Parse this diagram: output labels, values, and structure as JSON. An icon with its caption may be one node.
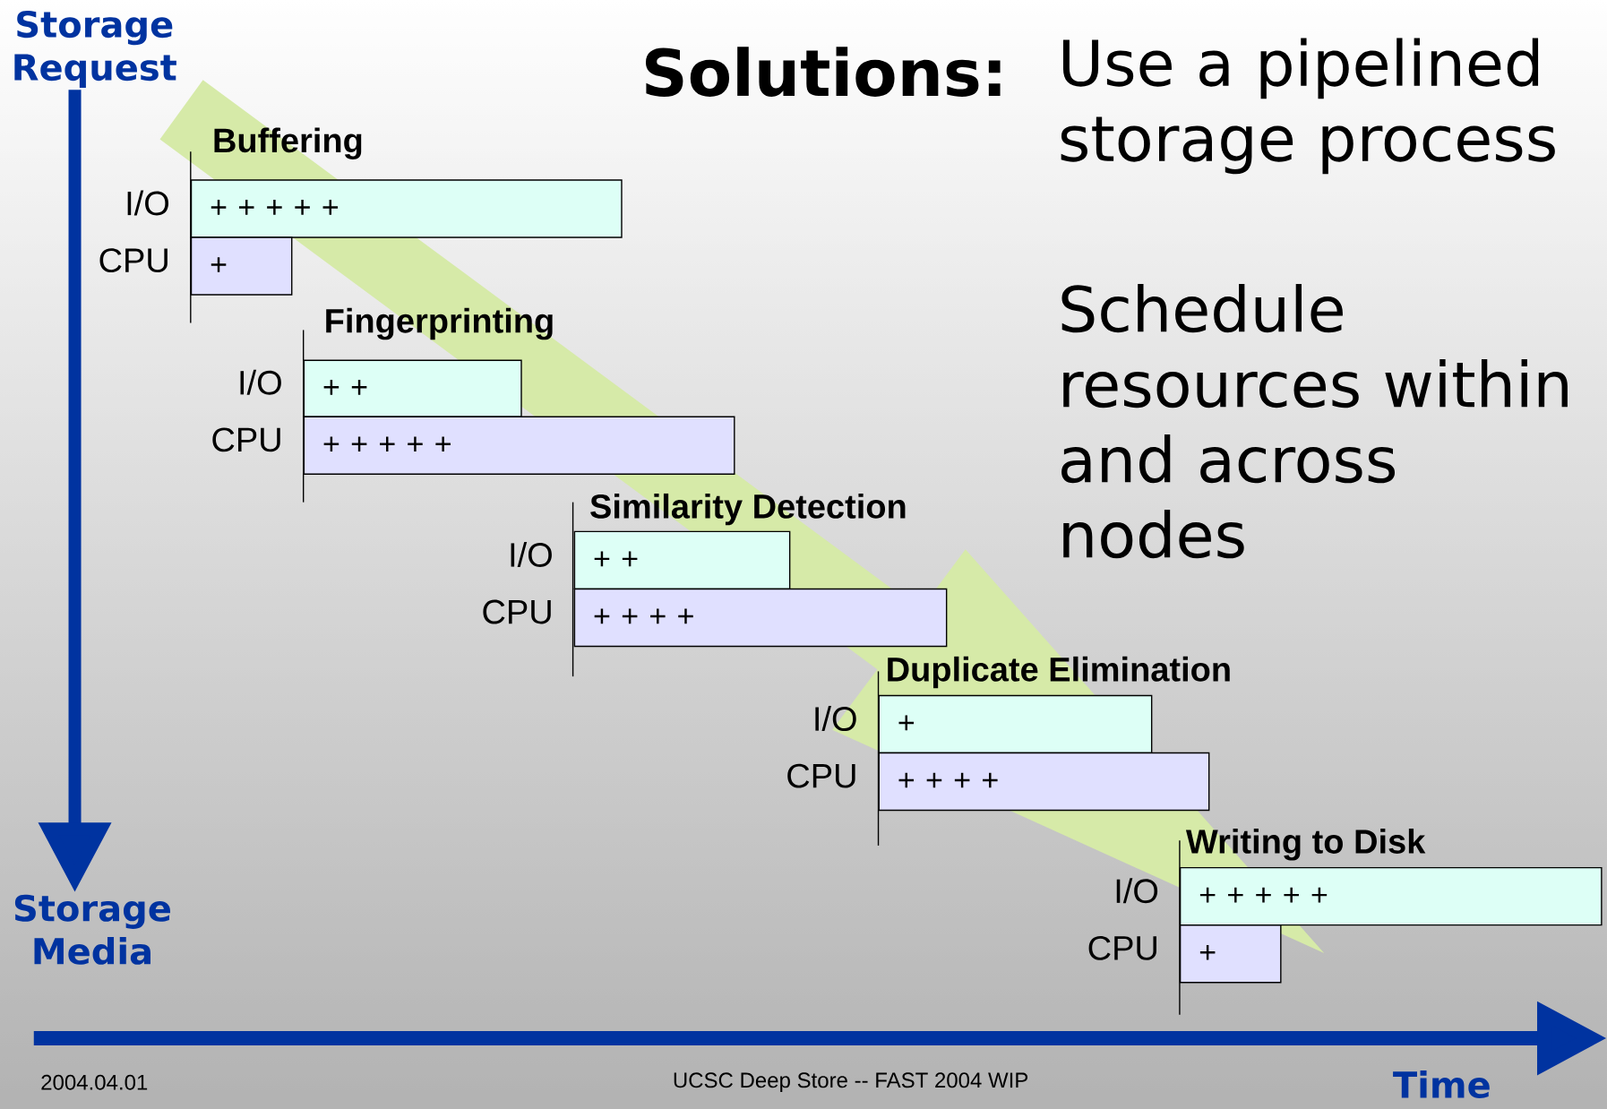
{
  "diagram": {
    "nodes": [
      {
        "text": [
          "Storage Request"
        ]
      },
      {
        "text": [
          "Storage Media"
        ]
      },
      {
        "text": [
          "+ + + + +"
        ],
        "beside": [
          "I/O"
        ]
      },
      {
        "text": [
          "+"
        ],
        "beside": [
          "CPU"
        ]
      },
      {
        "text": [
          "+ +"
        ],
        "beside": [
          "I/O"
        ]
      },
      {
        "text": [
          "+ + + + +"
        ],
        "beside": [
          "CPU"
        ]
      },
      {
        "text": [
          "+ +"
        ],
        "beside": [
          "I/O"
        ]
      },
      {
        "text": [
          "+ + + +"
        ],
        "beside": [
          "CPU"
        ]
      },
      {
        "text": [
          "+"
        ],
        "beside": [
          "I/O"
        ]
      },
      {
        "text": [
          "+ + + +"
        ],
        "beside": [
          "CPU"
        ]
      },
      {
        "text": [
          "+ + + + +"
        ],
        "beside": [
          "I/O"
        ]
      },
      {
        "text": [
          "+"
        ],
        "beside": [
          "CPU"
        ]
      }
    ],
    "edges": [
      {
        "from": 0,
        "to": 1,
        "arrow": "to"
      }
    ],
    "labels": [
      "Solutions:",
      "Use a pipelined storage process",
      "Schedule resources within and across nodes",
      "Buffering",
      "Fingerprinting",
      "Similarity Detection",
      "Duplicate Elimination",
      "Writing to Disk",
      "Time",
      "2004.04.01",
      "UCSC Deep Store -- FAST 2004 WIP"
    ]
  }
}
